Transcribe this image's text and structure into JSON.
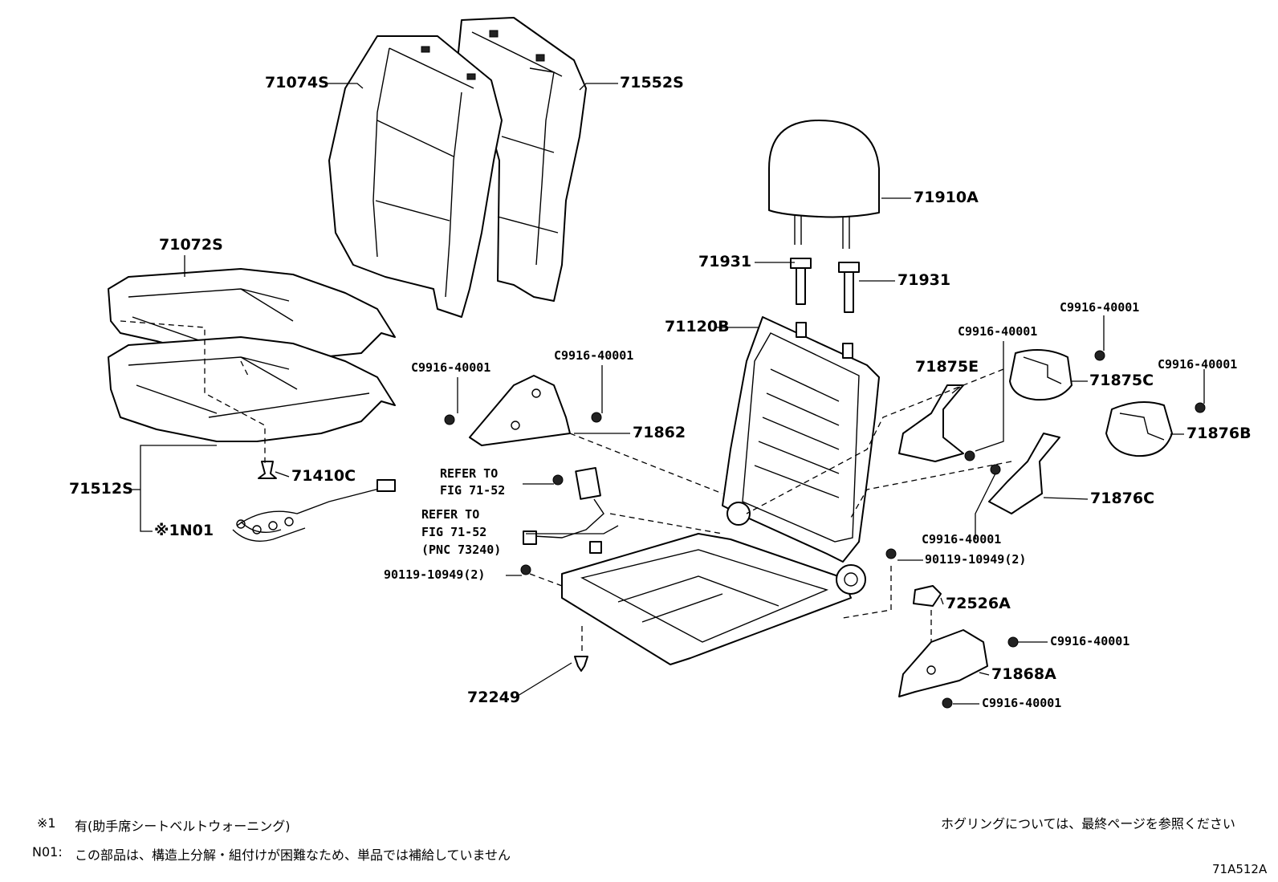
{
  "parts": {
    "p71074S": "71074S",
    "p71552S": "71552S",
    "p71910A": "71910A",
    "p71931_left": "71931",
    "p71931_right": "71931",
    "p71072S": "71072S",
    "p71120B": "71120B",
    "p71875E": "71875E",
    "p71875C": "71875C",
    "p71876B": "71876B",
    "p71876C": "71876C",
    "p71862": "71862",
    "p71512S": "71512S",
    "p71410C": "71410C",
    "p1N01": "※1N01",
    "p72526A": "72526A",
    "p71868A": "71868A",
    "p72249": "72249",
    "bolt_left": "90119-10949(2)",
    "bolt_right": "90119-10949(2)",
    "c_top_right": "C9916-40001",
    "c_mid_right": "C9916-40001",
    "c_far_right": "C9916-40001",
    "c_under_71876c": "C9916-40001",
    "c_left_bracket": "C9916-40001",
    "c_71862": "C9916-40001",
    "c_71868a_top": "C9916-40001",
    "c_71868a_bottom": "C9916-40001"
  },
  "refer": {
    "r1_line1": "REFER TO",
    "r1_line2": "FIG 71-52",
    "r2_line1": "REFER TO",
    "r2_line2": "FIG 71-52",
    "r2_line3": "(PNC 73240)"
  },
  "notes": {
    "note1_mark": "※1",
    "note1_text": "有(助手席シートベルトウォーニング)",
    "note2_mark": "N01:",
    "note2_text": "この部品は、構造上分解・組付けが困難なため、単品では補給していません",
    "hog_ring": "ホグリングについては、最終ページを参照ください",
    "diagram_id": "71A512A"
  }
}
